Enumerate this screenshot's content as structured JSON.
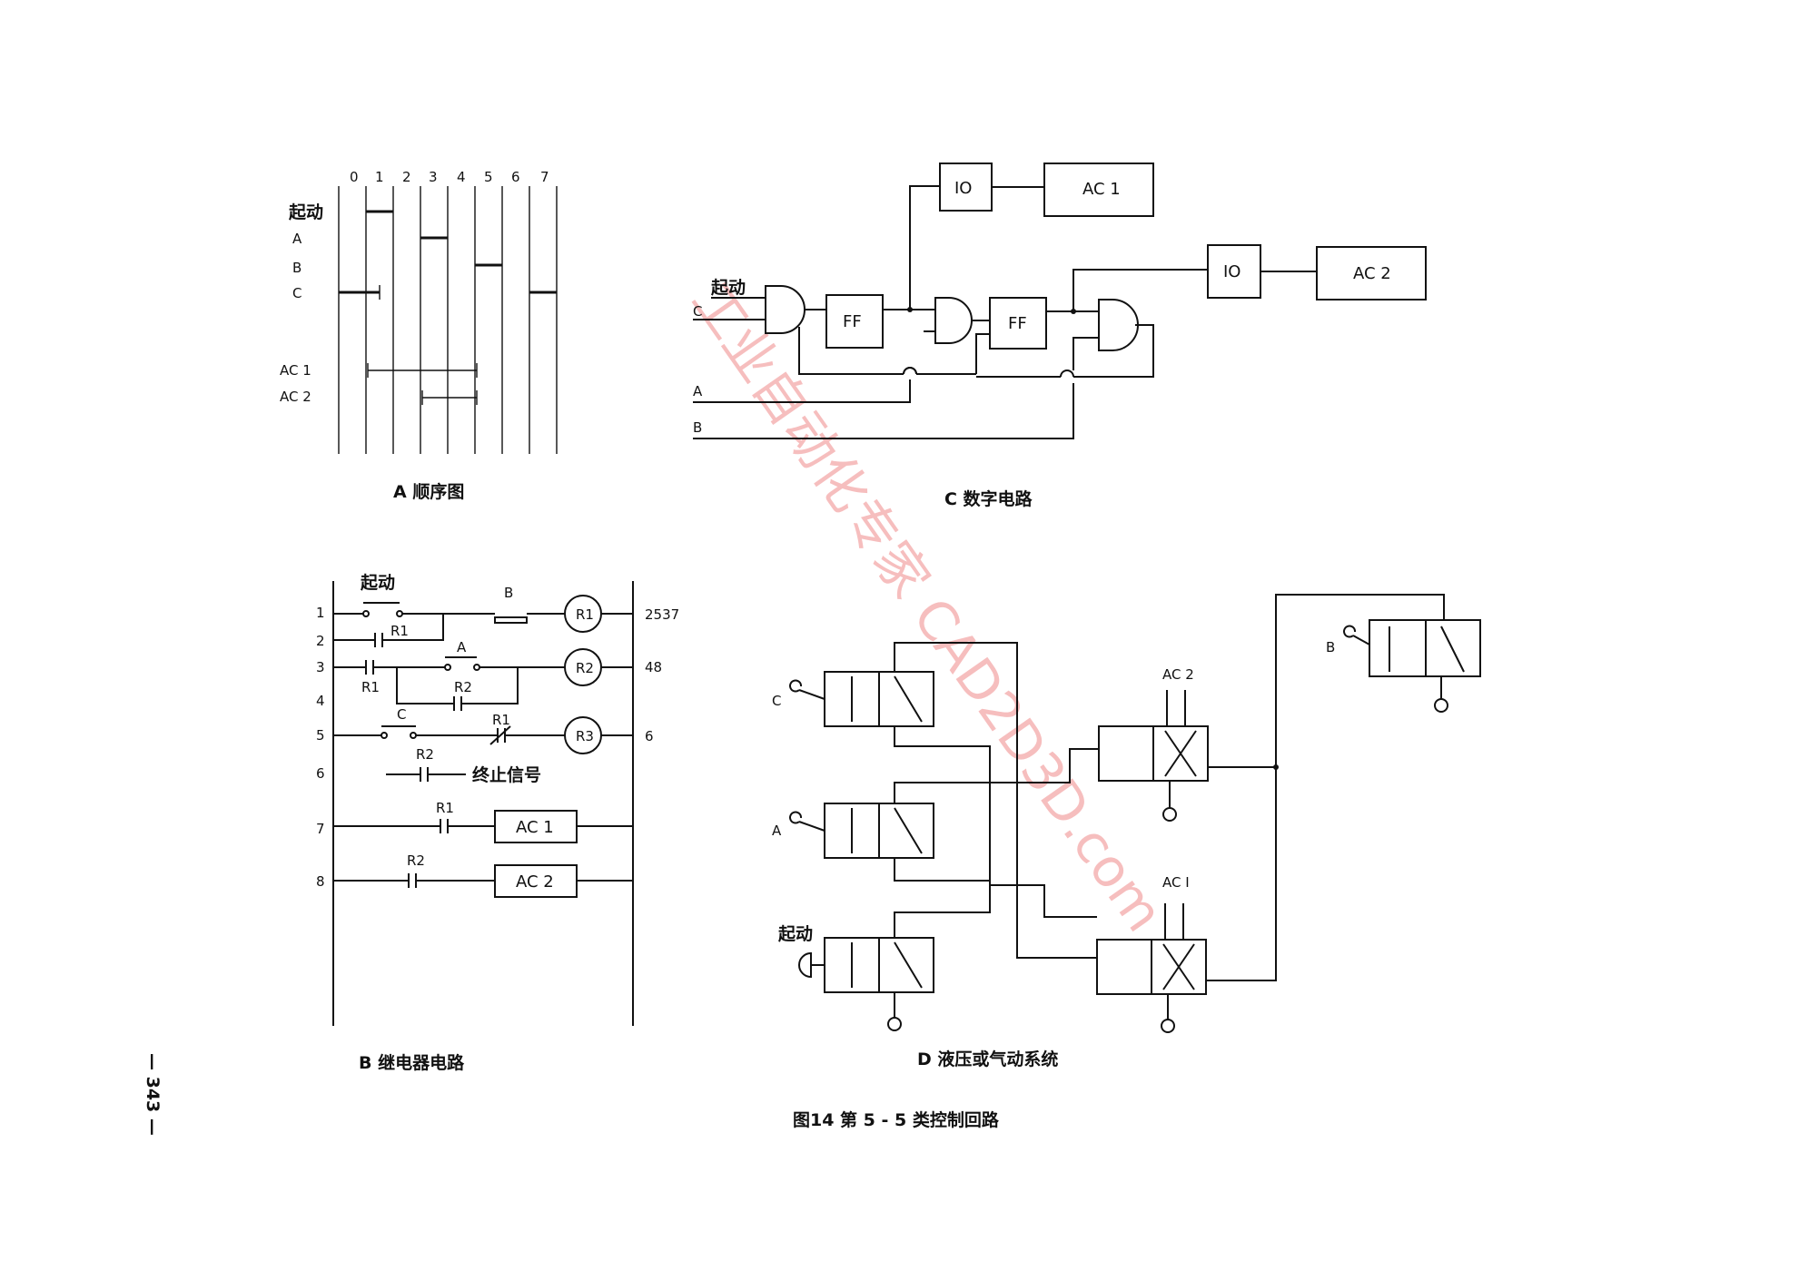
{
  "timing": {
    "columns": [
      "0",
      "1",
      "2",
      "3",
      "4",
      "5",
      "6",
      "7"
    ],
    "rows": [
      "起动",
      "A",
      "B",
      "C",
      "AC 1",
      "AC 2"
    ],
    "caption": "A 顺序图"
  },
  "digital": {
    "start": "起动",
    "inputs": [
      "C",
      "A",
      "B"
    ],
    "ff": [
      "FF",
      "FF"
    ],
    "io": [
      "IO",
      "IO"
    ],
    "ac": [
      "AC 1",
      "AC 2"
    ],
    "caption": "C 数字电路"
  },
  "relay": {
    "line_numbers": [
      "1",
      "2",
      "3",
      "4",
      "5",
      "6",
      "7",
      "8"
    ],
    "start": "起动",
    "contacts": [
      "B",
      "R1",
      "A",
      "R1",
      "R2",
      "C",
      "R1",
      "R2",
      "R1",
      "R2"
    ],
    "coils": [
      "R1",
      "R2",
      "R3"
    ],
    "right_refs": [
      "2537",
      "48",
      "6"
    ],
    "stop_signal": "终止信号",
    "outputs": [
      "AC 1",
      "AC 2"
    ],
    "caption": "B 继电器电路"
  },
  "hydraulic": {
    "valves": [
      "C",
      "A",
      "起动",
      "B"
    ],
    "actuators": [
      "AC 2",
      "AC I"
    ],
    "caption": "D 液压或气动系统"
  },
  "figure_caption": "图14    第 5 - 5 类控制回路",
  "page_number": "— 343 —",
  "watermark": "工业自动化专家 CAD2D3D.com"
}
